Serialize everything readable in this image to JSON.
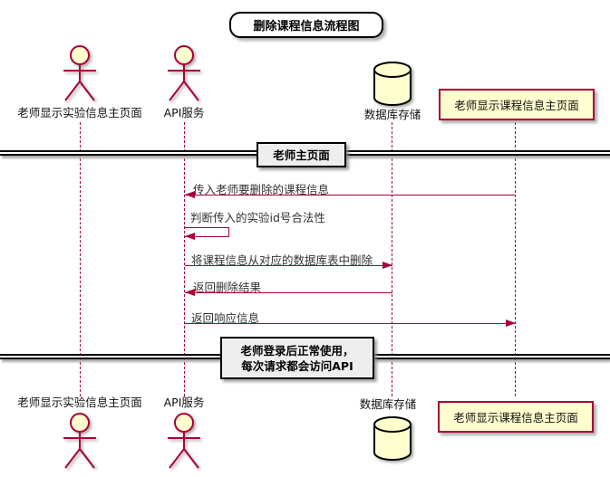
{
  "title": "删除课程信息流程图",
  "colors": {
    "accent": "#A80036",
    "shape_fill": "#FEFECE",
    "divider_fill": "#EEEEEE",
    "border_black": "#000000"
  },
  "participants": [
    {
      "label": "老师显示实验信息主页面",
      "kind": "actor"
    },
    {
      "label": "API服务",
      "kind": "actor"
    },
    {
      "label": "数据库存储",
      "kind": "database"
    },
    {
      "label": "老师显示课程信息主页面",
      "kind": "participant-box"
    }
  ],
  "dividers": [
    {
      "lines": [
        "老师主页面"
      ]
    },
    {
      "lines": [
        "老师登录后正常使用，",
        "每次请求都会访问API"
      ]
    }
  ],
  "messages": [
    {
      "text": "传入老师要删除的课程信息",
      "from": "老师显示课程信息主页面",
      "to": "API服务",
      "direction": "left"
    },
    {
      "text": "判断传入的实验id号合法性",
      "from": "API服务",
      "to": "API服务",
      "direction": "self"
    },
    {
      "text": "将课程信息从对应的数据库表中删除",
      "from": "API服务",
      "to": "数据库存储",
      "direction": "right"
    },
    {
      "text": "返回删除结果",
      "from": "数据库存储",
      "to": "API服务",
      "direction": "left"
    },
    {
      "text": "返回响应信息",
      "from": "API服务",
      "to": "老师显示课程信息主页面",
      "direction": "right"
    }
  ]
}
